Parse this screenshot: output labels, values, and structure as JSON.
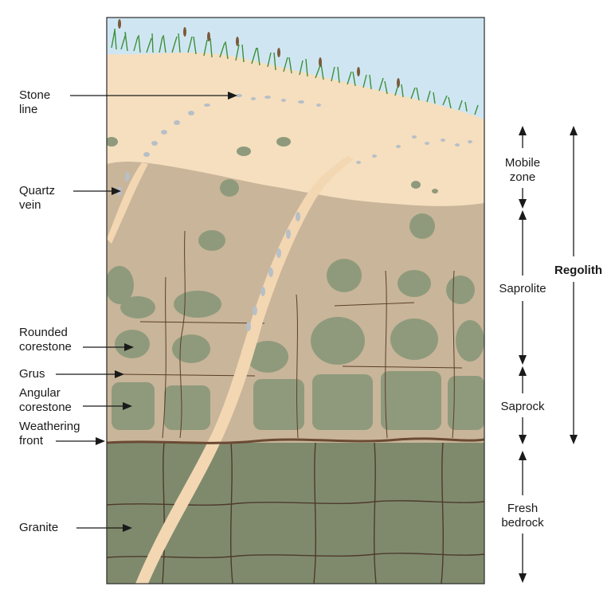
{
  "colors": {
    "sky": "#cfe6f2",
    "mobile_zone": "#f5dfbf",
    "saprolite": "#c9b59a",
    "saprock": "#c3ae93",
    "corestone": "#8f9a7c",
    "bedrock": "#7f8a6d",
    "quartz_vein": "#f3d7b2",
    "stone_line": "#b7bfc7",
    "grass": "#3f8f3a",
    "weathering_front": "#6b4a33"
  },
  "labels": {
    "stone_line": [
      "Stone",
      "line"
    ],
    "quartz_vein": [
      "Quartz",
      "vein"
    ],
    "rounded_corestone": [
      "Rounded",
      "corestone"
    ],
    "grus": [
      "Grus"
    ],
    "angular_corestone": [
      "Angular",
      "corestone"
    ],
    "weathering_front": [
      "Weathering",
      "front"
    ],
    "granite": [
      "Granite"
    ]
  },
  "zones": {
    "mobile_zone": [
      "Mobile",
      "zone"
    ],
    "saprolite": [
      "Saprolite"
    ],
    "saprock": [
      "Saprock"
    ],
    "fresh_bedrock": [
      "Fresh",
      "bedrock"
    ],
    "regolith": "Regolith"
  }
}
